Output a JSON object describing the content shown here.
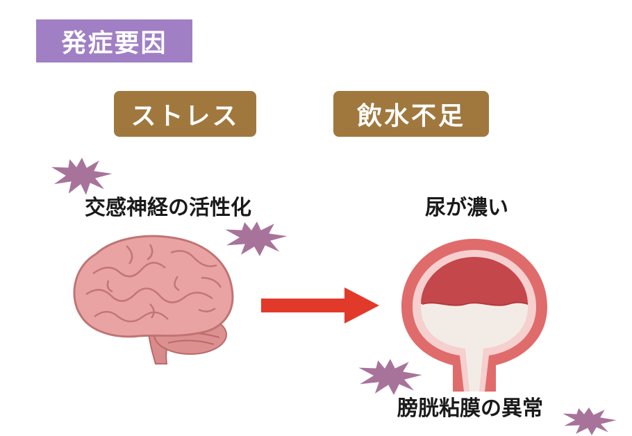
{
  "title": "発症要因",
  "causes": {
    "stress": "ストレス",
    "dehydration": "飲水不足"
  },
  "effects": {
    "sympathetic_activation": "交感神経の活性化",
    "concentrated_urine": "尿が濃い",
    "bladder_mucosa_abnormality": "膀胱粘膜の異常"
  },
  "colors": {
    "title_badge": "#a07fc4",
    "cause_badge": "#a0783e",
    "arrow": "#e23a2a",
    "burst": "#a8739a",
    "brain": "#e9a1a1",
    "bladder_wall": "#e06b6b"
  },
  "icons": [
    "brain-icon",
    "bladder-icon",
    "right-arrow-icon",
    "burst-icon"
  ]
}
